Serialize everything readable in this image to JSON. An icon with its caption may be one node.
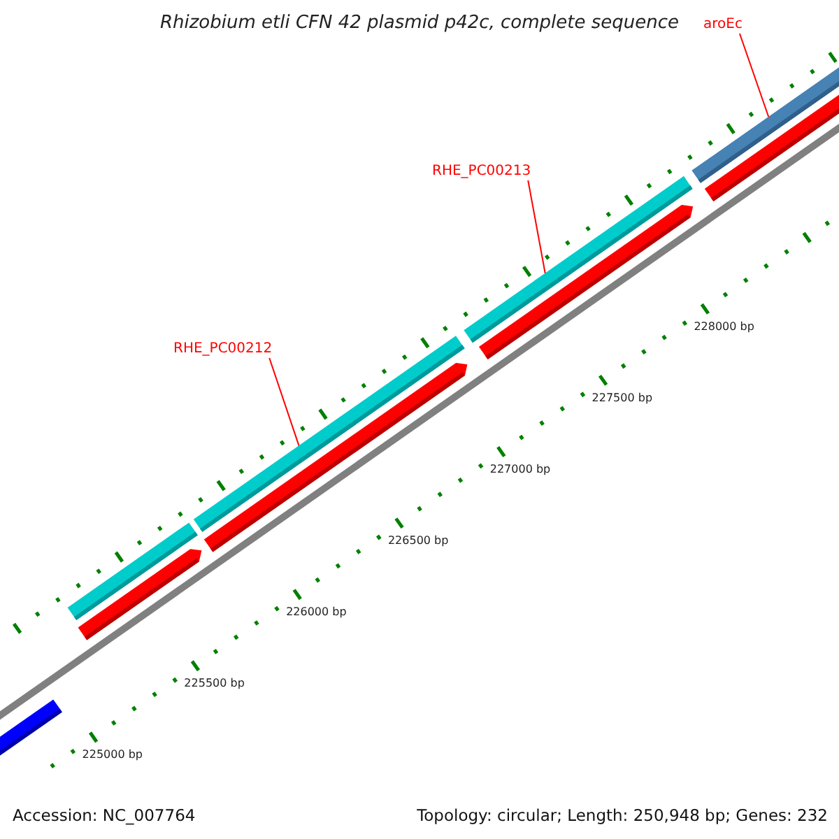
{
  "diagram": {
    "title": "Rhizobium etli CFN 42 plasmid p42c, complete sequence",
    "nodes": [
      {
        "text": [
          "aroEc"
        ]
      },
      {
        "text": [
          "RHE_PC00213"
        ]
      },
      {
        "text": [
          "RHE_PC00212"
        ]
      },
      {
        "text": [],
        "shape": "bar"
      },
      {
        "text": [],
        "shape": "bar"
      },
      {
        "text": [],
        "shape": "bar"
      }
    ],
    "edges": [
      {
        "from": 0,
        "to": 5,
        "arrow": "none"
      },
      {
        "from": 1,
        "to": 4,
        "arrow": "none"
      },
      {
        "from": 2,
        "to": 3,
        "arrow": "none"
      }
    ],
    "labels": [
      "228000 bp",
      "227500 bp",
      "227000 bp",
      "226500 bp",
      "226000 bp",
      "225500 bp",
      "225000 bp",
      "Accession: NC_007764",
      "Topology: circular; Length: 250,948 bp; Genes: 232"
    ]
  }
}
